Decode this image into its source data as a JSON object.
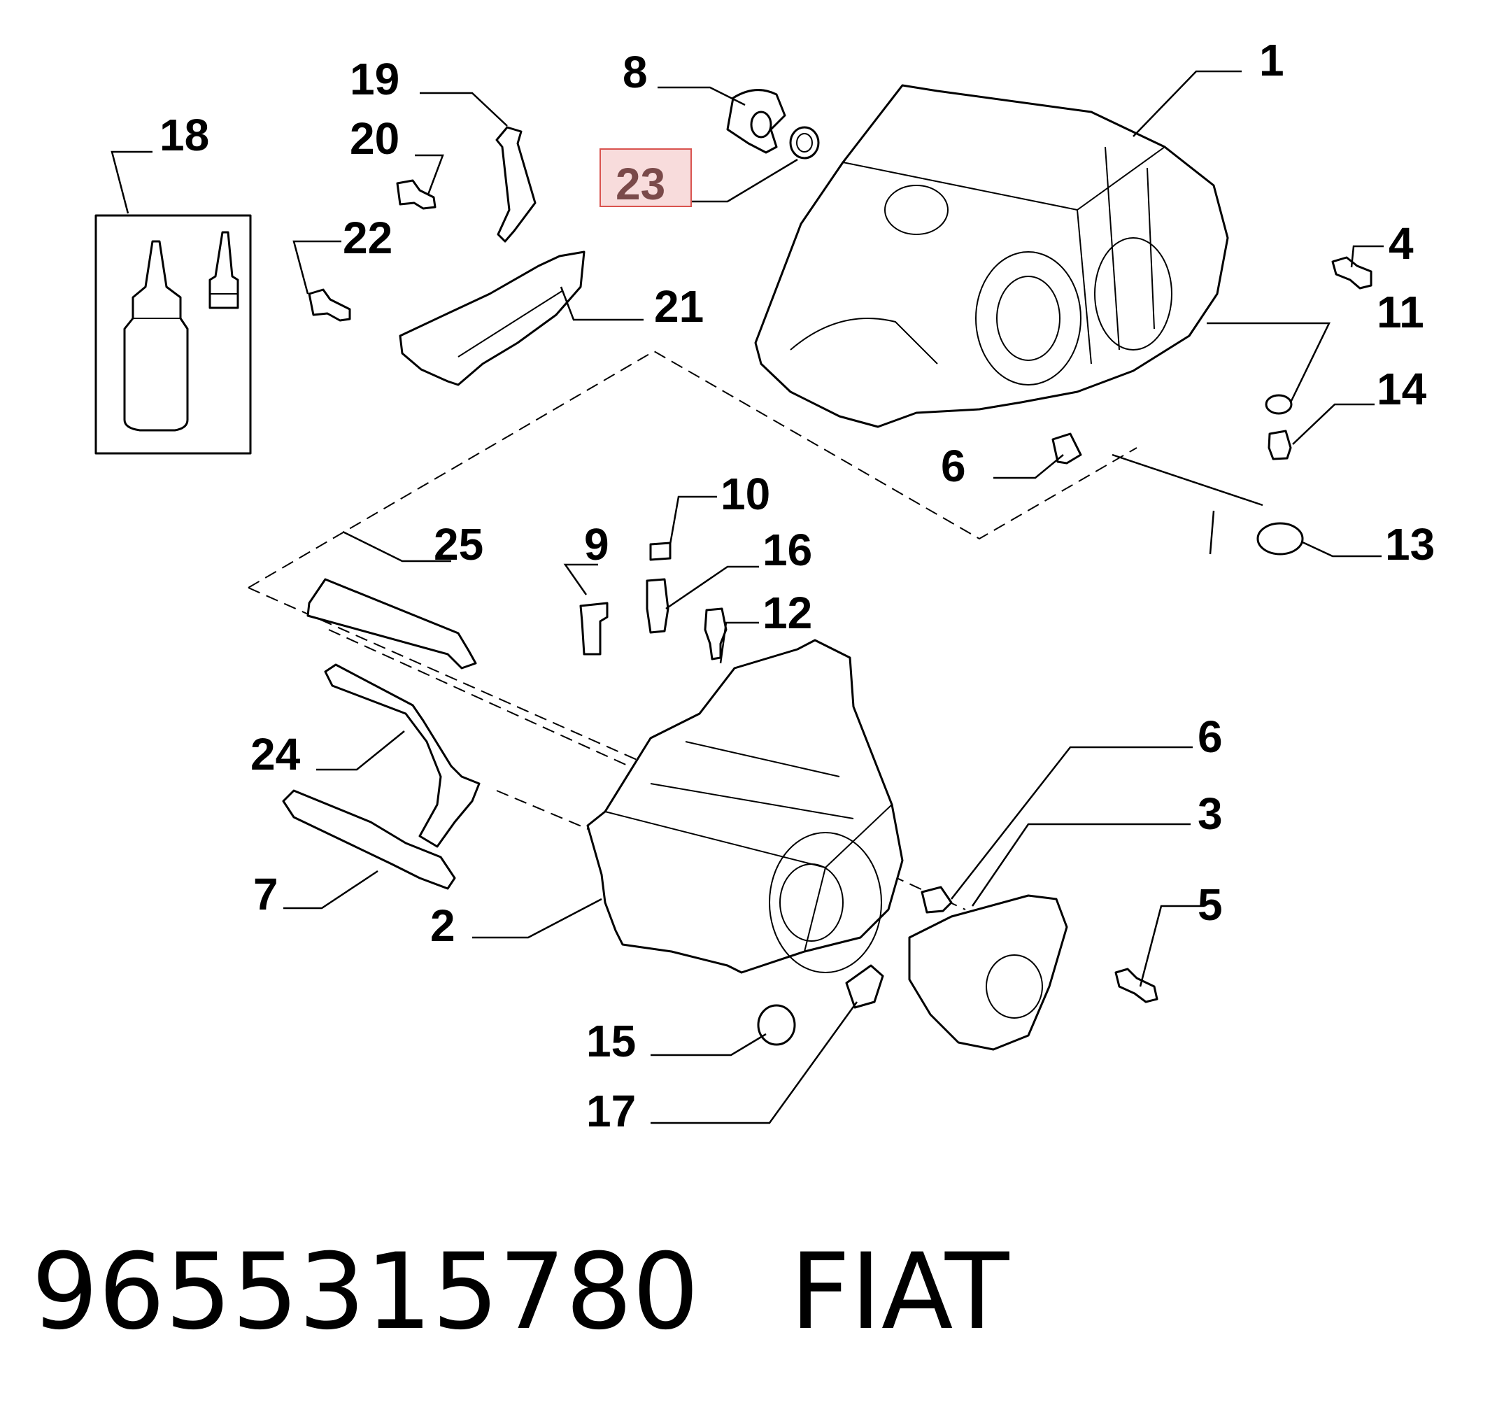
{
  "callouts": [
    {
      "n": "1"
    },
    {
      "n": "2"
    },
    {
      "n": "3"
    },
    {
      "n": "4"
    },
    {
      "n": "5"
    },
    {
      "n": "6"
    },
    {
      "n": "6"
    },
    {
      "n": "7"
    },
    {
      "n": "8"
    },
    {
      "n": "9"
    },
    {
      "n": "10"
    },
    {
      "n": "11"
    },
    {
      "n": "12"
    },
    {
      "n": "13"
    },
    {
      "n": "14"
    },
    {
      "n": "15"
    },
    {
      "n": "16"
    },
    {
      "n": "17"
    },
    {
      "n": "18"
    },
    {
      "n": "19"
    },
    {
      "n": "20"
    },
    {
      "n": "21"
    },
    {
      "n": "22"
    },
    {
      "n": "23"
    },
    {
      "n": "24"
    },
    {
      "n": "25"
    }
  ],
  "highlighted_part": "23",
  "highlight_colors": {
    "fill": "#f8dcdc",
    "stroke": "#d9534f",
    "text": "#7a4a4a"
  },
  "caption": {
    "part_number": "9655315780",
    "brand": "FIAT"
  }
}
